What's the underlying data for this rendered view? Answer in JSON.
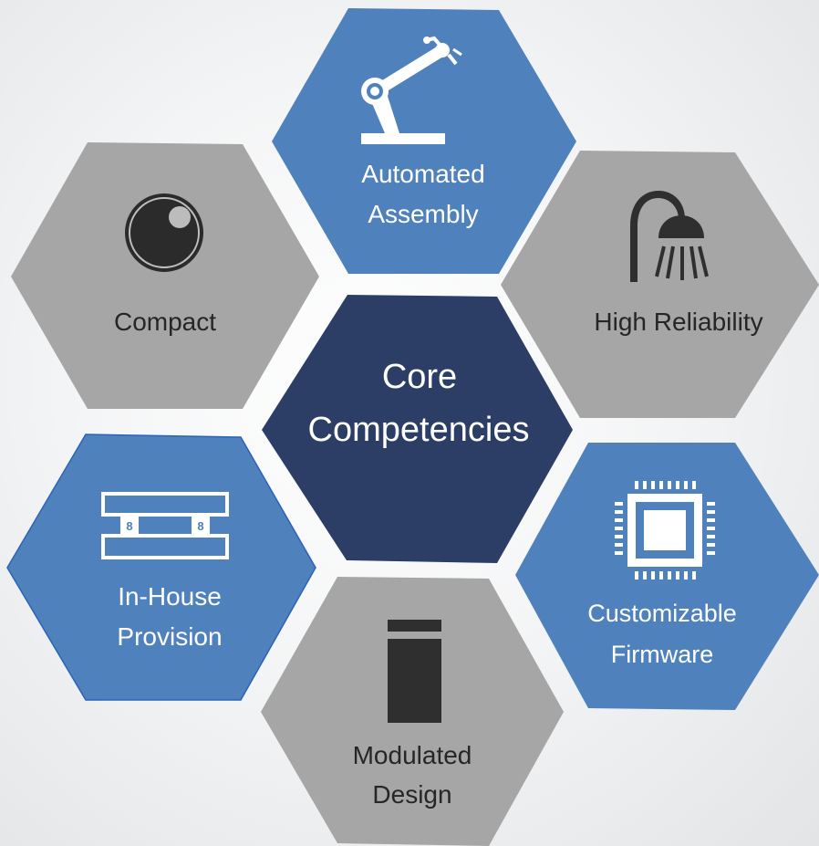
{
  "diagram": {
    "center": {
      "label_lines": [
        "Core",
        "Competencies"
      ]
    },
    "nodes": [
      {
        "id": "automated-assembly",
        "label_lines": [
          "Automated",
          "Assembly"
        ],
        "icon": "robot-arm-icon"
      },
      {
        "id": "high-reliability",
        "label_lines": [
          "High Reliability"
        ],
        "icon": "shower-icon"
      },
      {
        "id": "customizable-firmware",
        "label_lines": [
          "Customizable",
          "Firmware"
        ],
        "icon": "chip-icon"
      },
      {
        "id": "modulated-design",
        "label_lines": [
          "Modulated",
          "Design"
        ],
        "icon": "module-icon"
      },
      {
        "id": "in-house-provision",
        "label_lines": [
          "In-House",
          "Provision"
        ],
        "icon": "press-mold-icon"
      },
      {
        "id": "compact",
        "label_lines": [
          "Compact"
        ],
        "icon": "lens-icon"
      }
    ]
  },
  "colors": {
    "center": "#2c3e66",
    "blue": "#4f81bd",
    "gray": "#a6a6a6",
    "icon_dark": "#2f2f2f",
    "text_dark": "#262626",
    "text_light": "#ffffff"
  }
}
